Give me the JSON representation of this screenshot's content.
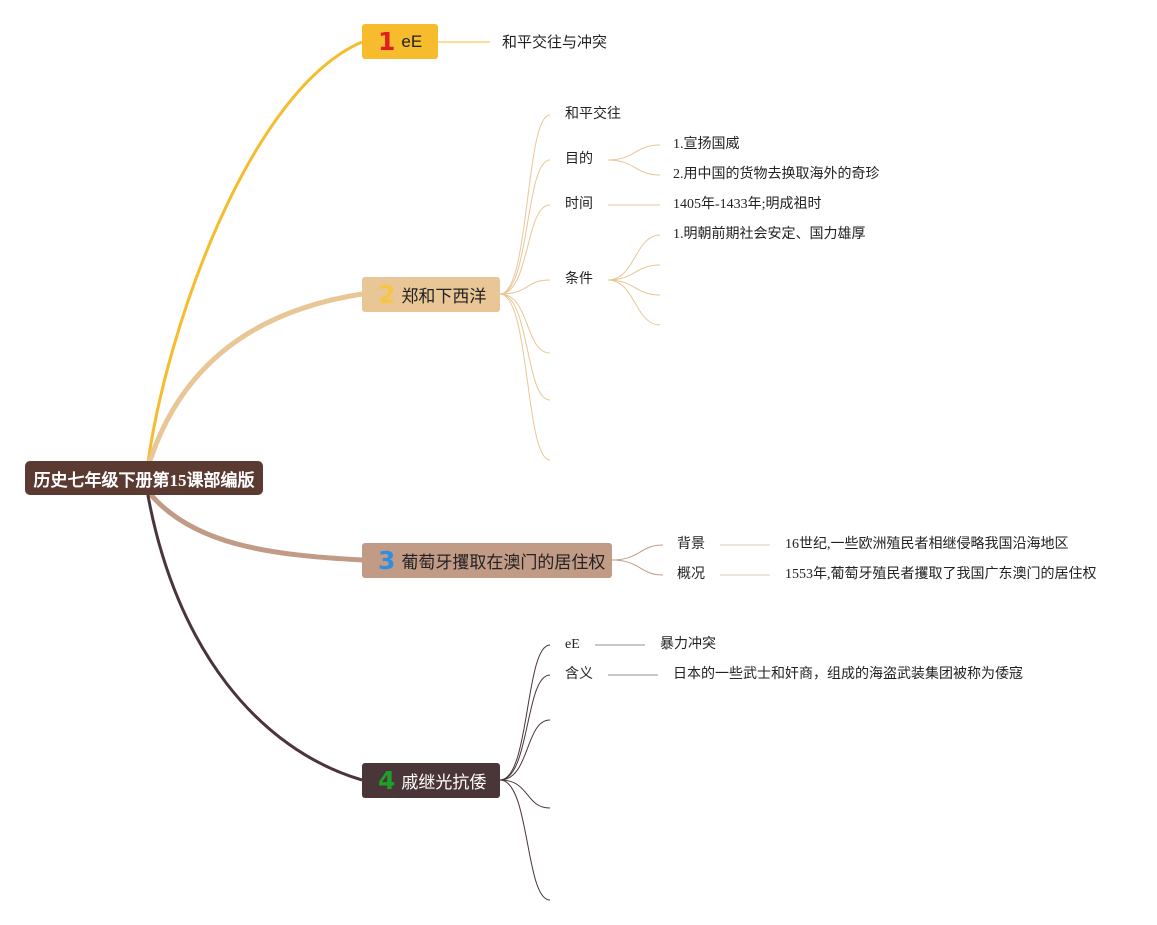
{
  "root": {
    "title": "历史七年级下册第15课部编版"
  },
  "branches": [
    {
      "number": "1",
      "title": "eE",
      "color": "#f6bc2e",
      "number_color": "#e02020",
      "children": [
        {
          "label": "和平交往与冲突"
        }
      ]
    },
    {
      "number": "2",
      "title": "郑和下西洋",
      "color": "#e9c696",
      "number_color": "#f6c544",
      "children": [
        {
          "label": "和平交往"
        },
        {
          "label": "目的",
          "children": [
            "1.宣扬国威",
            "2.用中国的货物去换取海外的奇珍"
          ]
        },
        {
          "label": "时间",
          "children": [
            "1405年-1433年;明成祖时"
          ]
        },
        {
          "label": "条件",
          "children": [
            "1.明朝前期社会安定、国力雄厚"
          ]
        }
      ]
    },
    {
      "number": "3",
      "title": "葡萄牙攫取在澳门的居住权",
      "color": "#c29b87",
      "number_color": "#2e8fe0",
      "children": [
        {
          "label": "背景",
          "children": [
            "16世纪,一些欧洲殖民者相继侵略我国沿海地区"
          ]
        },
        {
          "label": "概况",
          "children": [
            "1553年,葡萄牙殖民者攫取了我国广东澳门的居住权"
          ]
        }
      ]
    },
    {
      "number": "4",
      "title": "戚继光抗倭",
      "color": "#4a3538",
      "number_color": "#1f9e2a",
      "children": [
        {
          "label": "eE",
          "children": [
            "暴力冲突"
          ]
        },
        {
          "label": "含义",
          "children": [
            "日本的一些武士和奸商，组成的海盗武装集团被称为倭寇"
          ]
        }
      ]
    }
  ]
}
